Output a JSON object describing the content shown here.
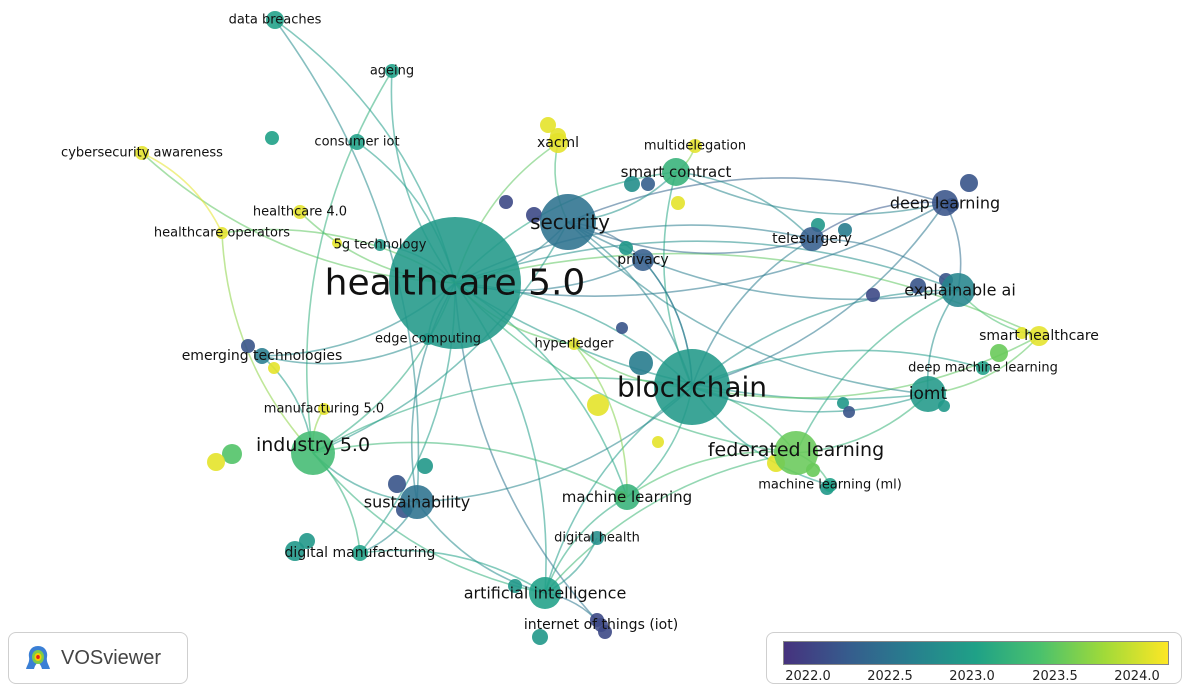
{
  "app": {
    "name": "VOSviewer"
  },
  "legend": {
    "ticks": [
      "2022.0",
      "2022.5",
      "2023.0",
      "2023.5",
      "2024.0"
    ],
    "colors": [
      "#46327e",
      "#365c8d",
      "#277f8e",
      "#1fa187",
      "#4ac16d",
      "#a0da39",
      "#fde725"
    ]
  },
  "nodes": [
    {
      "id": "healthcare50",
      "label": "healthcare 5.0",
      "year": 2022.9
    },
    {
      "id": "blockchain",
      "label": "blockchain",
      "year": 2022.9
    },
    {
      "id": "security",
      "label": "security",
      "year": 2022.5
    },
    {
      "id": "industry50",
      "label": "industry 5.0",
      "year": 2023.3
    },
    {
      "id": "federated",
      "label": "federated learning",
      "year": 2023.5
    },
    {
      "id": "ai",
      "label": "artificial intelligence",
      "year": 2023.0
    },
    {
      "id": "sustainability",
      "label": "sustainability",
      "year": 2022.5
    },
    {
      "id": "ml",
      "label": "machine learning",
      "year": 2023.2
    },
    {
      "id": "iomt",
      "label": "iomt",
      "year": 2022.9
    },
    {
      "id": "explainable",
      "label": "explainable ai",
      "year": 2022.7
    },
    {
      "id": "deeplearning",
      "label": "deep learning",
      "year": 2022.2
    },
    {
      "id": "telesurgery",
      "label": "telesurgery",
      "year": 2022.3
    },
    {
      "id": "privacy",
      "label": "privacy",
      "year": 2022.3
    },
    {
      "id": "smartcontract",
      "label": "smart contract",
      "year": 2023.2
    },
    {
      "id": "xacml",
      "label": "xacml",
      "year": 2024.0
    },
    {
      "id": "multidelegation",
      "label": "multidelegation",
      "year": 2024.0
    },
    {
      "id": "smarthealthcare",
      "label": "smart healthcare",
      "year": 2024.0
    },
    {
      "id": "deepml",
      "label": "deep machine learning",
      "year": 2023.0
    },
    {
      "id": "mlml",
      "label": "machine learning (ml)",
      "year": 2023.0
    },
    {
      "id": "digitalhealth",
      "label": "digital health",
      "year": 2022.8
    },
    {
      "id": "iot",
      "label": "internet of things (iot)",
      "year": 2022.1
    },
    {
      "id": "digitalmanufacturing",
      "label": "digital manufacturing",
      "year": 2023.0
    },
    {
      "id": "manufacturing50",
      "label": "manufacturing 5.0",
      "year": 2024.0
    },
    {
      "id": "emerging",
      "label": "emerging technologies",
      "year": 2022.6
    },
    {
      "id": "edge",
      "label": "edge computing",
      "year": 2022.9
    },
    {
      "id": "hyperledger",
      "label": "hyperledger",
      "year": 2024.0
    },
    {
      "id": "5g",
      "label": "5g technology",
      "year": 2022.9
    },
    {
      "id": "healthcare40",
      "label": "healthcare 4.0",
      "year": 2024.0
    },
    {
      "id": "healthcareops",
      "label": "healthcare operators",
      "year": 2024.0
    },
    {
      "id": "cybersec",
      "label": "cybersecurity awareness",
      "year": 2024.0
    },
    {
      "id": "consumeriot",
      "label": "consumer iot",
      "year": 2023.0
    },
    {
      "id": "ageing",
      "label": "ageing",
      "year": 2023.0
    },
    {
      "id": "databreaches",
      "label": "data breaches",
      "year": 2023.0
    }
  ]
}
